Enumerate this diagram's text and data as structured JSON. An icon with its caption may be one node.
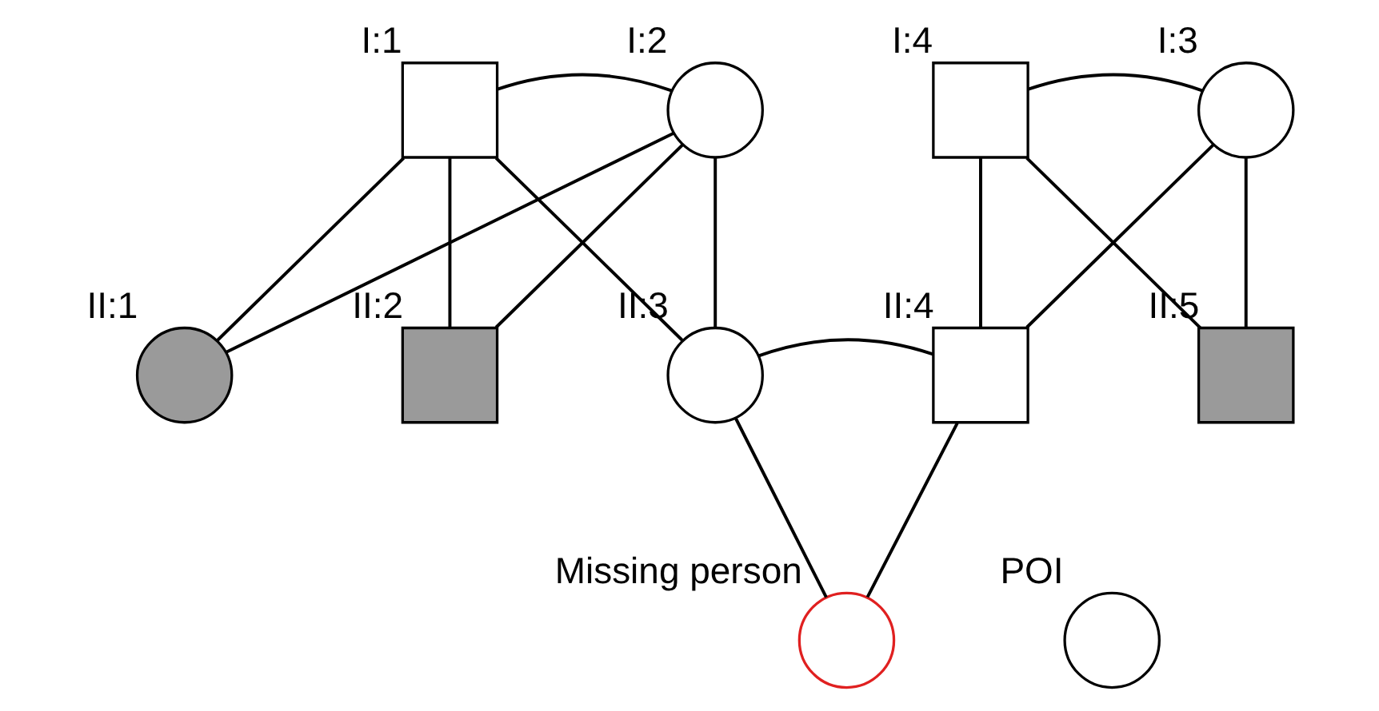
{
  "diagram": {
    "nodes": [
      {
        "text": [],
        "shape": "box",
        "beside": [
          "I:1"
        ]
      },
      {
        "text": [],
        "shape": "circle",
        "beside": [
          "I:2"
        ]
      },
      {
        "text": [],
        "shape": "box",
        "beside": [
          "I:4"
        ]
      },
      {
        "text": [],
        "shape": "circle",
        "beside": [
          "I:3"
        ]
      },
      {
        "text": [],
        "shape": "circle",
        "beside": [
          "II:1"
        ]
      },
      {
        "text": [],
        "shape": "box",
        "beside": [
          "II:2"
        ]
      },
      {
        "text": [],
        "shape": "circle",
        "beside": [
          "II:3"
        ]
      },
      {
        "text": [],
        "shape": "box",
        "beside": [
          "II:4"
        ]
      },
      {
        "text": [],
        "shape": "box",
        "beside": [
          "II:5"
        ]
      },
      {
        "text": [],
        "shape": "circle",
        "beside": [
          "Missing person"
        ]
      },
      {
        "text": [],
        "shape": "circle",
        "beside": [
          "POI"
        ]
      }
    ],
    "edges": [
      {
        "from": 0,
        "to": 1,
        "arrow": "none"
      },
      {
        "from": 0,
        "to": 4,
        "arrow": "none"
      },
      {
        "from": 1,
        "to": 4,
        "arrow": "none"
      },
      {
        "from": 0,
        "to": 5,
        "arrow": "none"
      },
      {
        "from": 1,
        "to": 5,
        "arrow": "none"
      },
      {
        "from": 0,
        "to": 6,
        "arrow": "none"
      },
      {
        "from": 1,
        "to": 6,
        "arrow": "none"
      },
      {
        "from": 2,
        "to": 3,
        "arrow": "none"
      },
      {
        "from": 2,
        "to": 7,
        "arrow": "none"
      },
      {
        "from": 3,
        "to": 7,
        "arrow": "none"
      },
      {
        "from": 2,
        "to": 8,
        "arrow": "none"
      },
      {
        "from": 3,
        "to": 8,
        "arrow": "none"
      },
      {
        "from": 6,
        "to": 7,
        "arrow": "none"
      },
      {
        "from": 6,
        "to": 9,
        "arrow": "none"
      },
      {
        "from": 7,
        "to": 9,
        "arrow": "none"
      }
    ]
  }
}
